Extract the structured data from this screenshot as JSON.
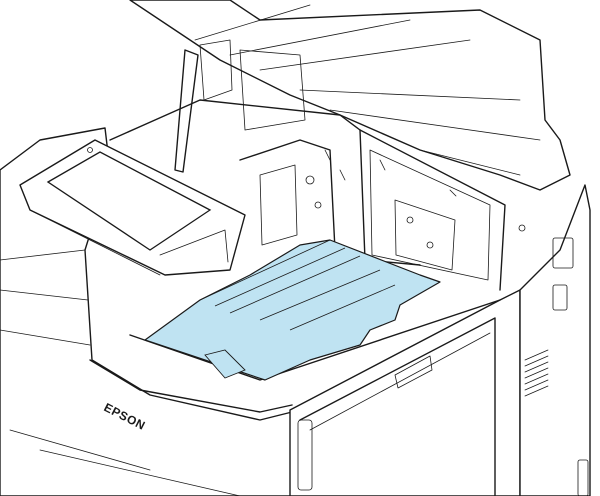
{
  "brand": {
    "label": "EPSON"
  },
  "colors": {
    "highlight_fill": "#bfe3f2",
    "highlight_stroke": "#1a1a1a",
    "line": "#1a1a1a",
    "background": "#ffffff"
  },
  "icons": [
    "printer-illustration",
    "paper-path-guide-highlight"
  ]
}
